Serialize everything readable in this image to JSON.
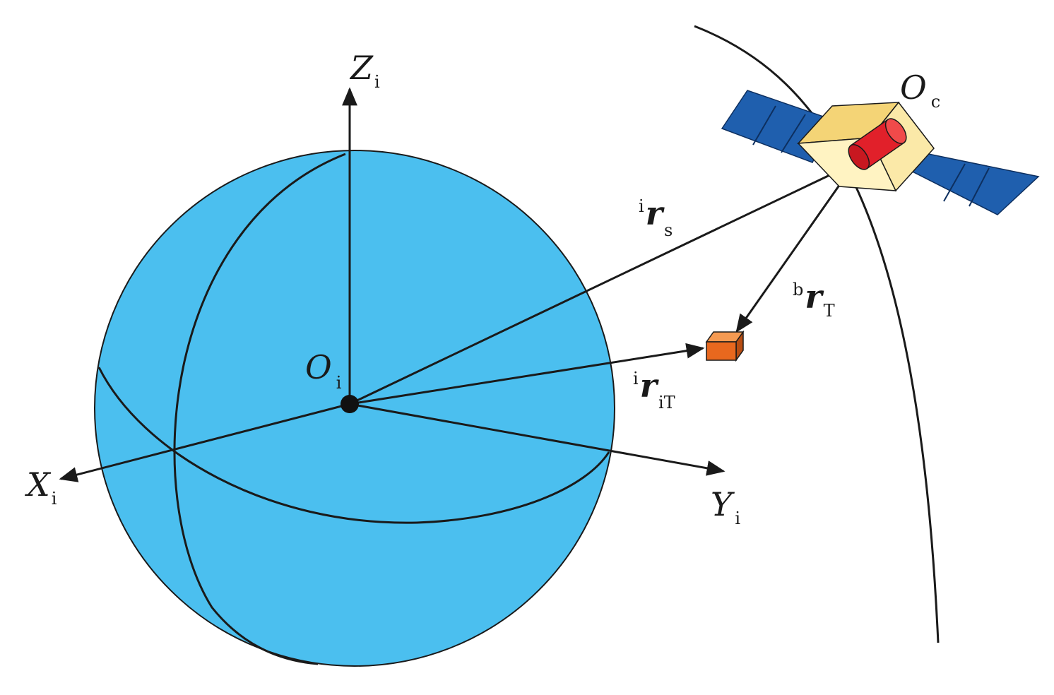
{
  "colors": {
    "earth": "#4bbfef",
    "line": "#1a1a1a",
    "panel": "#1f5fae",
    "body_light": "#fff3c2",
    "body_top": "#f4d476",
    "sensor": "#e1202a",
    "target": "#e8681e"
  },
  "icons": {
    "satellite": "satellite-icon",
    "target": "target-box-icon"
  },
  "labels": {
    "zi": {
      "main": "Z",
      "sub": "i"
    },
    "xi": {
      "main": "X",
      "sub": "i"
    },
    "yi": {
      "main": "Y",
      "sub": "i"
    },
    "oi": {
      "main": "O",
      "sub": "i"
    },
    "oc": {
      "main": "O",
      "sub": "c"
    },
    "rs": {
      "sup": "i",
      "main": "r",
      "sub": "s"
    },
    "rt": {
      "sup": "b",
      "main": "r",
      "sub": "T"
    },
    "rit": {
      "sup": "i",
      "main": "r",
      "sub": "iT"
    }
  }
}
